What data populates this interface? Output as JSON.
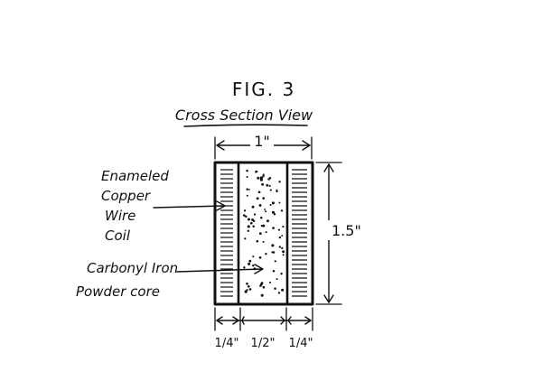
{
  "figure": {
    "number": "FIG. 3",
    "title": "Cross Section View"
  },
  "dimensions": {
    "width": "1\"",
    "height": "1.5\"",
    "left_coil": "1/4\"",
    "core": "1/2\"",
    "right_coil": "1/4\""
  },
  "labels": {
    "coil": [
      "Enameled",
      "Copper",
      "Wire",
      "Coil"
    ],
    "core": [
      "Carbonyl Iron",
      "Powder core"
    ]
  }
}
